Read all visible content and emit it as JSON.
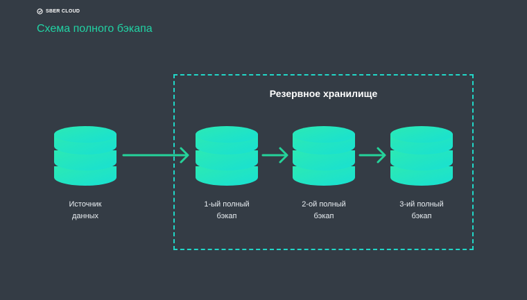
{
  "brand": {
    "name": "SBER CLOUD"
  },
  "title": "Схема полного бэкапа",
  "storage_title": "Резервное хранилище",
  "nodes": [
    {
      "line1": "Источник",
      "line2": "данных"
    },
    {
      "line1": "1-ый полный",
      "line2": "бэкап"
    },
    {
      "line1": "2-ой полный",
      "line2": "бэкап"
    },
    {
      "line1": "3-ий полный",
      "line2": "бэкап"
    }
  ],
  "colors": {
    "background": "#343c45",
    "accent": "#21d3a4",
    "dashed_border": "#21d8c8",
    "db_top": "#2ce9b4",
    "db_bottom": "#1fd8c0",
    "arrow": "#25d39a"
  },
  "icons": [
    "sber-logo-icon",
    "database-icon",
    "arrow-right-icon"
  ]
}
